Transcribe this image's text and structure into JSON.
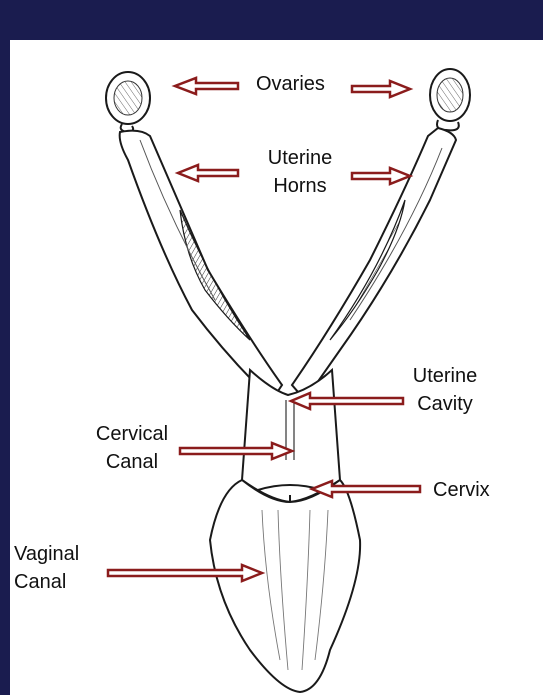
{
  "colors": {
    "background": "#1a1c4f",
    "panel": "#ffffff",
    "arrow": "#8b1c1c",
    "drawing": "#1a1a1a"
  },
  "labels": {
    "ovaries": "Ovaries",
    "uterine_horns_line1": "Uterine",
    "uterine_horns_line2": "Horns",
    "uterine_cavity_line1": "Uterine",
    "uterine_cavity_line2": "Cavity",
    "cervical_canal_line1": "Cervical",
    "cervical_canal_line2": "Canal",
    "cervix": "Cervix",
    "vaginal_canal_line1": "Vaginal",
    "vaginal_canal_line2": "Canal"
  }
}
